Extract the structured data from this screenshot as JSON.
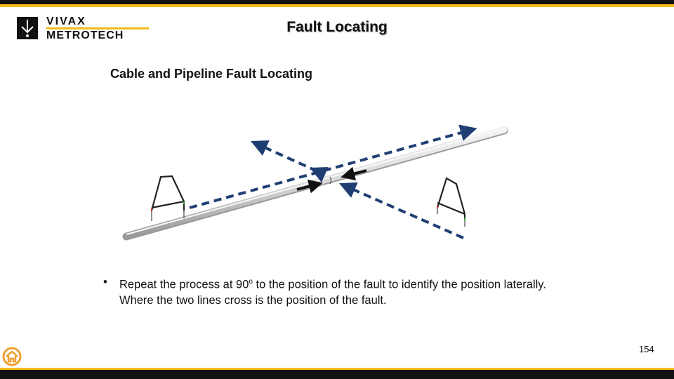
{
  "header": {
    "logo_line1": "VIVAX",
    "logo_line2": "METROTECH",
    "title": "Fault Locating"
  },
  "slide": {
    "subtitle": "Cable and Pipeline Fault Locating",
    "bullet_symbol": "•",
    "bullet_text_a": "Repeat the process at 90",
    "bullet_sup": "o",
    "bullet_text_b": " to the position of the fault to identify the position laterally. Where the two lines cross is the position of the fault.",
    "page_number": "154"
  },
  "colors": {
    "accent": "#f5b81c",
    "arrow": "#1f3f73",
    "home": "#f0a030"
  }
}
